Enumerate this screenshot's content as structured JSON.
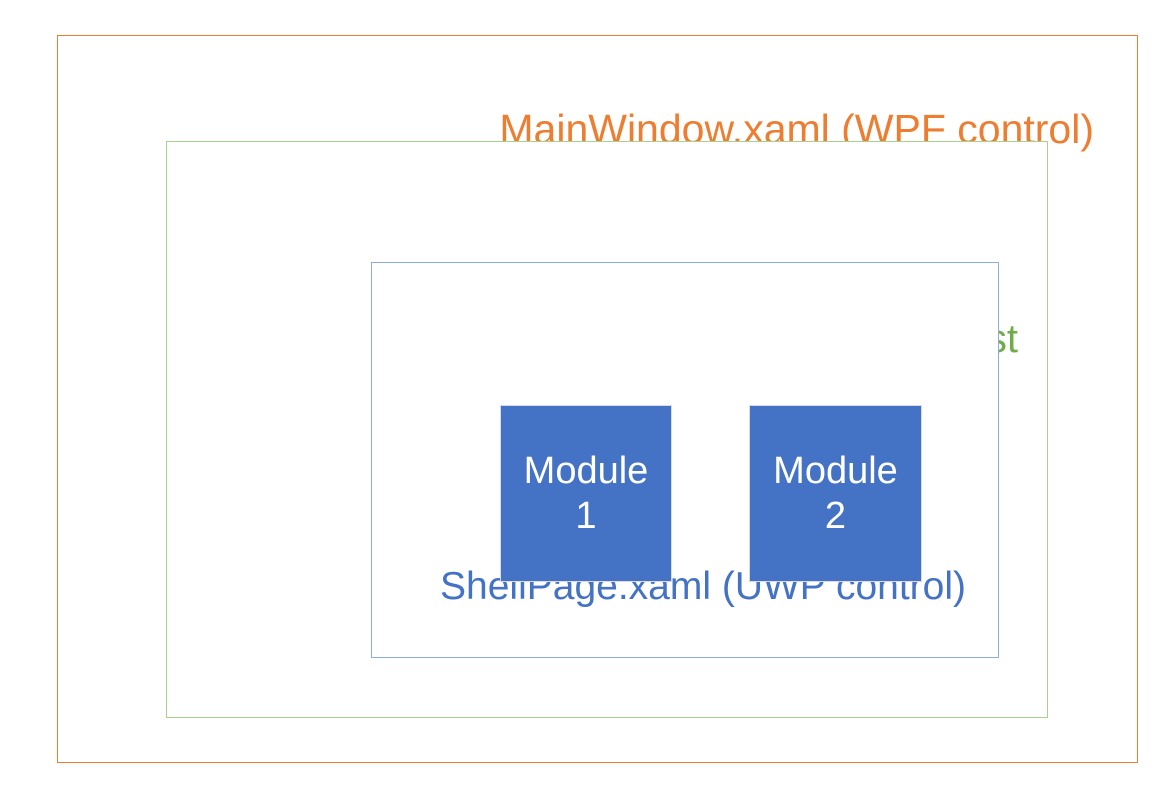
{
  "diagram": {
    "title": "MainWindow.xaml (WPF control)",
    "type": "nested-container-diagram",
    "background_color": "#FFFFFF",
    "containers": [
      {
        "id": "mainwindow",
        "label": "MainWindow.xaml (WPF control)",
        "border_color": "#ED7D31",
        "fill_color": "#FFFFFF",
        "text_color": "#ED7D31",
        "level": 0
      },
      {
        "id": "windowsxamlhost",
        "label": "WindowsXamlHost",
        "border_color": "#A9D18E",
        "fill_color": "#FFFFFF",
        "text_color": "#70AD47",
        "level": 1
      },
      {
        "id": "shellpage",
        "label": "ShellPage.xaml (UWP control)",
        "border_color": "#8FAADC",
        "fill_color": "#FFFFFF",
        "text_color": "#4472C4",
        "level": 2
      }
    ],
    "modules": [
      {
        "id": "module-1",
        "label": "Module\n1",
        "line1": "Module",
        "line2": "1",
        "fill_color": "#4472C4",
        "text_color": "#FFFFFF",
        "border_color": "#D9D9E8"
      },
      {
        "id": "module-2",
        "label": "Module\n2",
        "line1": "Module",
        "line2": "2",
        "fill_color": "#4472C4",
        "text_color": "#FFFFFF",
        "border_color": "#D9D9E8"
      }
    ]
  }
}
